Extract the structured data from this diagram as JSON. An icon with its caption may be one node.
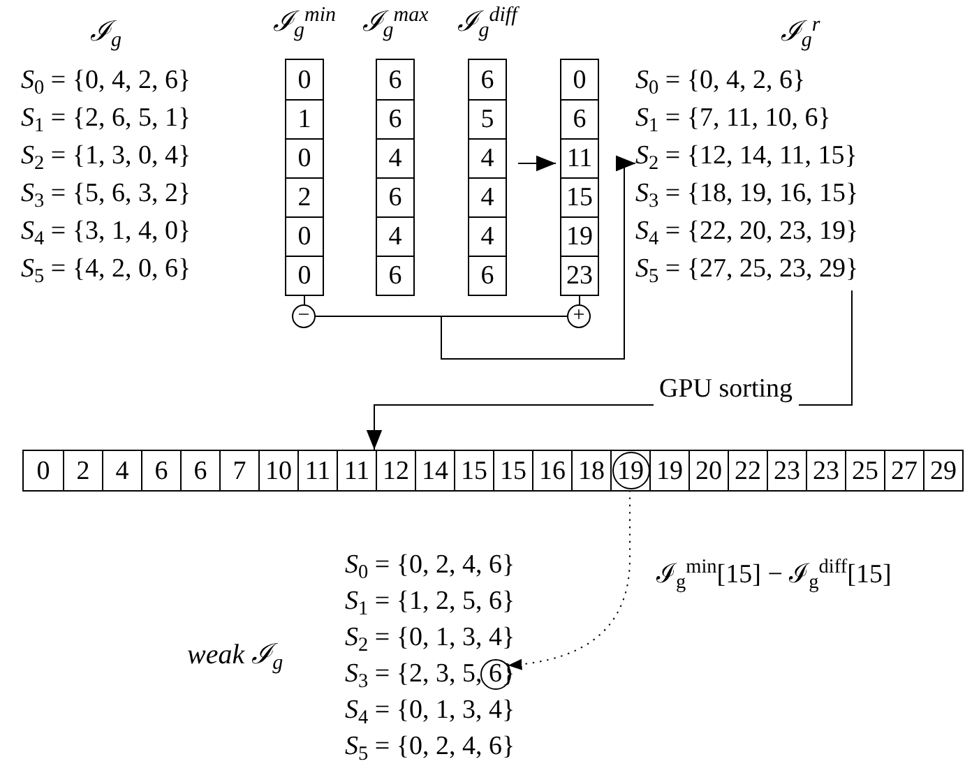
{
  "diagram": {
    "nodes": [
      {
        "text": [
          "ℐ$_{g}$$^{min}$"
        ]
      },
      {
        "text": [
          "0"
        ],
        "in": 0
      },
      {
        "text": [
          "1"
        ],
        "in": 0
      },
      {
        "text": [
          "0"
        ],
        "in": 0
      },
      {
        "text": [
          "2"
        ],
        "in": 0
      },
      {
        "text": [
          "0"
        ],
        "in": 0
      },
      {
        "text": [
          "0"
        ],
        "in": 0
      },
      {
        "text": [
          "ℐ$_{g}$$^{max}$"
        ]
      },
      {
        "text": [
          "6"
        ],
        "in": 7
      },
      {
        "text": [
          "6"
        ],
        "in": 7
      },
      {
        "text": [
          "4"
        ],
        "in": 7
      },
      {
        "text": [
          "6"
        ],
        "in": 7
      },
      {
        "text": [
          "4"
        ],
        "in": 7
      },
      {
        "text": [
          "6"
        ],
        "in": 7
      },
      {
        "text": [
          "ℐ$_{g}$$^{diff}$"
        ]
      },
      {
        "text": [
          "6"
        ],
        "in": 14
      },
      {
        "text": [
          "5"
        ],
        "in": 14
      },
      {
        "text": [
          "4"
        ],
        "in": 14
      },
      {
        "text": [
          "4"
        ],
        "in": 14
      },
      {
        "text": [
          "4"
        ],
        "in": 14
      },
      {
        "text": [
          "6"
        ],
        "in": 14
      },
      {
        "text": [],
        "shape": "box"
      },
      {
        "text": [
          "0"
        ],
        "in": 21
      },
      {
        "text": [
          "6"
        ],
        "in": 21
      },
      {
        "text": [
          "11"
        ],
        "in": 21
      },
      {
        "text": [
          "15"
        ],
        "in": 21
      },
      {
        "text": [
          "19"
        ],
        "in": 21
      },
      {
        "text": [
          "23"
        ],
        "in": 21
      },
      {
        "text": [
          "−"
        ]
      },
      {
        "text": [
          "+"
        ]
      },
      {
        "text": [
          "ℐ$_{g}$$^{r}$",
          "*S*$_{0}$ = {0, 4, 2, 6}",
          "*S*$_{1}$ = {7, 11, 10, 6}",
          "*S*$_{2}$ = {12, 14, 11, 15}",
          "*S*$_{3}$ = {18, 19, 16, 15}",
          "*S*$_{4}$ = {22, 20, 23, 19}",
          "*S*$_{5}$ = {27, 25, 23, 29}"
        ]
      },
      {
        "text": [],
        "shape": "box"
      },
      {
        "text": [
          "0"
        ],
        "in": 31
      },
      {
        "text": [
          "2"
        ],
        "in": 31
      },
      {
        "text": [
          "4"
        ],
        "in": 31
      },
      {
        "text": [
          "6"
        ],
        "in": 31
      },
      {
        "text": [
          "6"
        ],
        "in": 31
      },
      {
        "text": [
          "7"
        ],
        "in": 31
      },
      {
        "text": [
          "10"
        ],
        "in": 31
      },
      {
        "text": [
          "11"
        ],
        "in": 31
      },
      {
        "text": [
          "11"
        ],
        "in": 31
      },
      {
        "text": [
          "12"
        ],
        "in": 31
      },
      {
        "text": [
          "14"
        ],
        "in": 31
      },
      {
        "text": [
          "15"
        ],
        "in": 31
      },
      {
        "text": [
          "15"
        ],
        "in": 31
      },
      {
        "text": [
          "16"
        ],
        "in": 31
      },
      {
        "text": [
          "18"
        ],
        "in": 31
      },
      {
        "text": [
          "19"
        ],
        "in": 31
      },
      {
        "text": [
          "19"
        ],
        "in": 31
      },
      {
        "text": [
          "20"
        ],
        "in": 31
      },
      {
        "text": [
          "22"
        ],
        "in": 31
      },
      {
        "text": [
          "23"
        ],
        "in": 31
      },
      {
        "text": [
          "23"
        ],
        "in": 31
      },
      {
        "text": [
          "25"
        ],
        "in": 31
      },
      {
        "text": [
          "27"
        ],
        "in": 31
      },
      {
        "text": [
          "29"
        ],
        "in": 31
      },
      {
        "text": [
          "weak ℐ$_{g}$",
          "*S*$_{0}$ = {0, 2, 4, 6}",
          "*S*$_{1}$ = {1, 2, 5, 6}",
          "*S*$_{2}$ = {0, 1, 3, 4}",
          "*S*$_{3}$ = {2, 3, 5, 6}",
          "*S*$_{4}$ = {0, 1, 3, 4}",
          "*S*$_{5}$ = {0, 2, 4, 6}"
        ]
      },
      {
        "text": [],
        "shape": "circle",
        "in": 56
      }
    ],
    "edges": [
      {
        "from": 0,
        "to": 28,
        "arrow": "none"
      },
      {
        "from": 21,
        "to": 29,
        "arrow": "none"
      },
      {
        "from": 28,
        "to": 30,
        "arrow": "to"
      },
      {
        "from": 29,
        "to": 30,
        "arrow": "to"
      },
      {
        "from": 14,
        "to": 21,
        "arrow": "to"
      },
      {
        "from": 30,
        "to": 31,
        "arrow": "to",
        "label": "GPU sorting"
      },
      {
        "from": 47,
        "to": 57,
        "arrow": "to",
        "style": "dashed",
        "label": "ℐ$_{g}$$^{min}$[15] − ℐ$_{g}$$^{diff}$[15]"
      }
    ],
    "labels": [
      "ℐ$_{g}$",
      "*S*$_{0}$ = {0, 4, 2, 6}",
      "*S*$_{1}$ = {2, 6, 5, 1}",
      "*S*$_{2}$ = {1, 3, 0, 4}",
      "*S*$_{3}$ = {5, 6, 3, 2}",
      "*S*$_{4}$ = {3, 1, 4, 0}",
      "*S*$_{5}$ = {4, 2, 0, 6}"
    ]
  }
}
